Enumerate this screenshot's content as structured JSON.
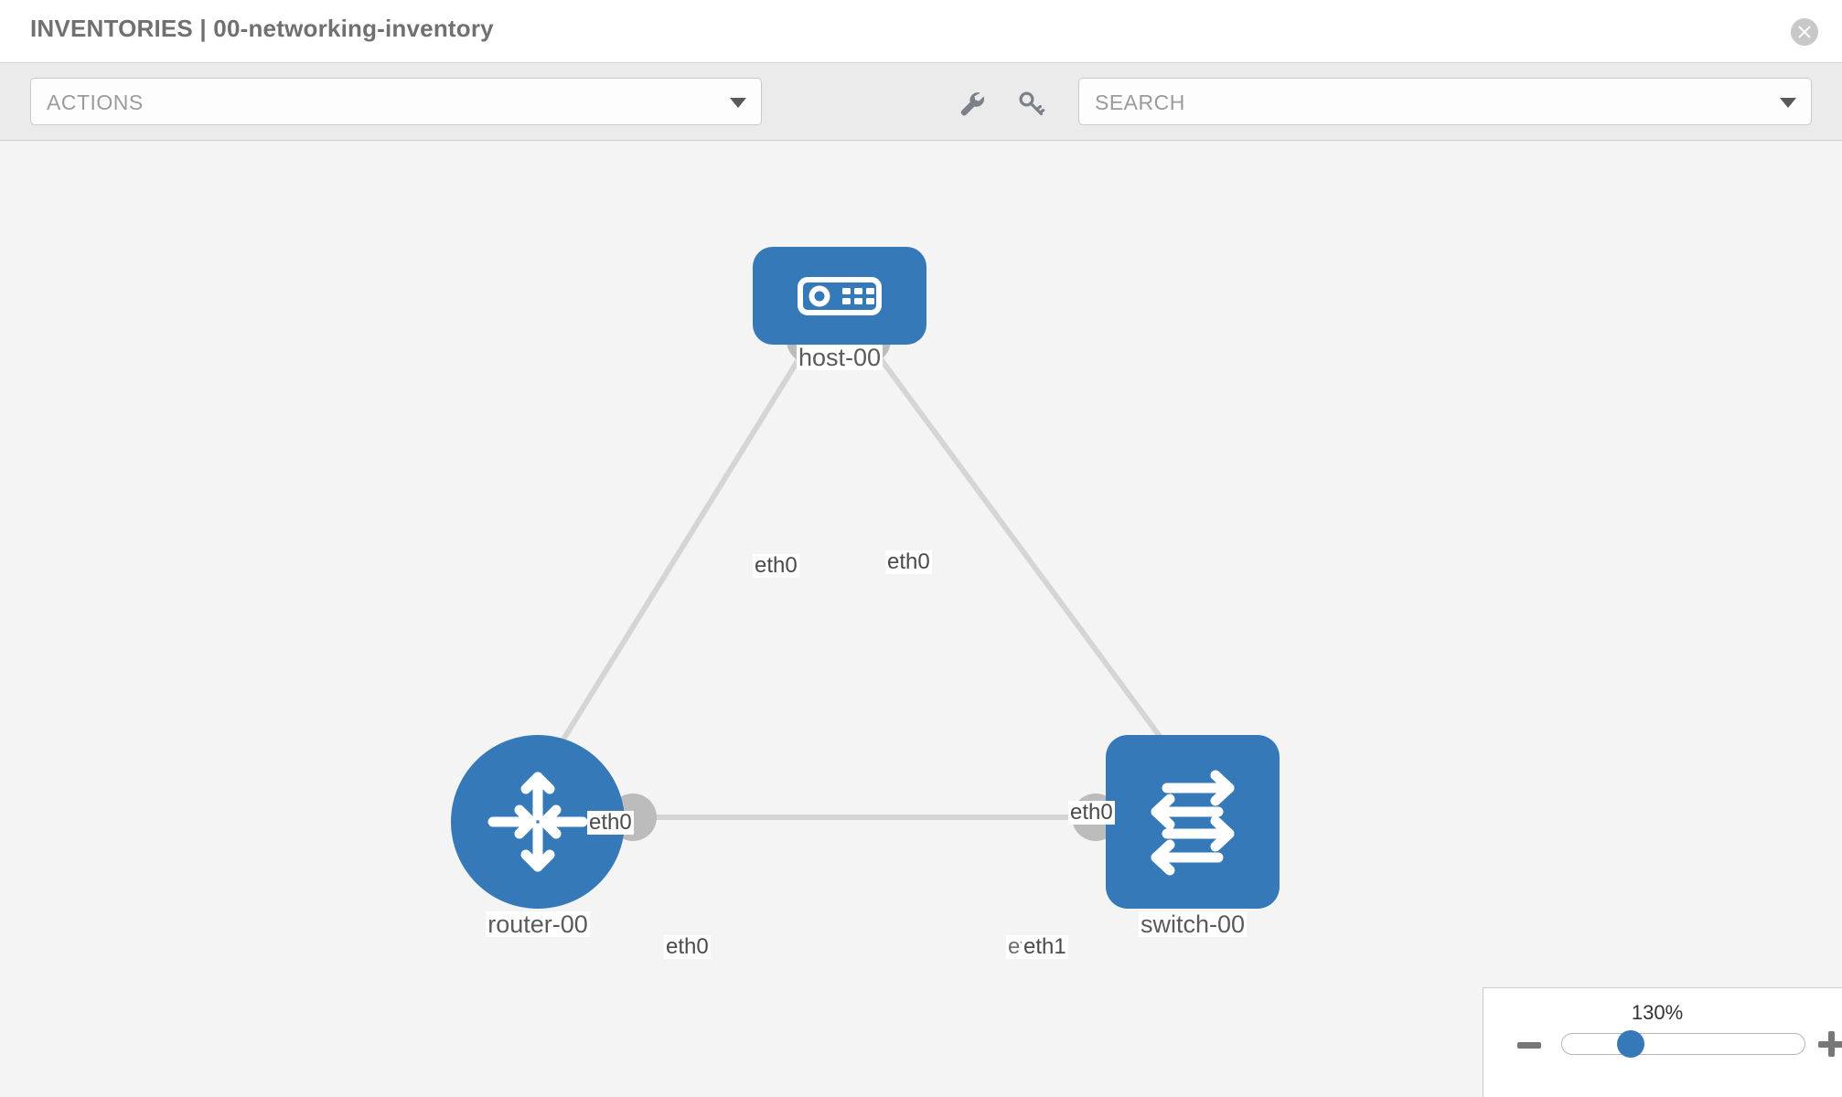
{
  "header": {
    "title": "INVENTORIES | 00-networking-inventory",
    "close_icon": "close-circle-icon"
  },
  "toolbar": {
    "actions_label": "ACTIONS",
    "actions_caret_icon": "chevron-down-icon",
    "wrench_icon": "wrench-icon",
    "key_icon": "key-icon",
    "search_placeholder": "SEARCH",
    "search_value": "",
    "search_caret_icon": "chevron-down-icon"
  },
  "topology": {
    "nodes": [
      {
        "id": "host-00",
        "label": "host-00",
        "type": "host",
        "icon": "server-icon",
        "shape": "rounded-rect"
      },
      {
        "id": "router-00",
        "label": "router-00",
        "type": "router",
        "icon": "router-arrows-icon",
        "shape": "circle"
      },
      {
        "id": "switch-00",
        "label": "switch-00",
        "type": "switch",
        "icon": "switch-arrows-icon",
        "shape": "rounded-square"
      }
    ],
    "edges": [
      {
        "from": "host-00",
        "to": "router-00",
        "from_label": "eth0",
        "to_label": "eth0"
      },
      {
        "from": "host-00",
        "to": "switch-00",
        "from_label": "eth0",
        "to_label": "eth0"
      },
      {
        "from": "router-00",
        "to": "switch-00",
        "from_label": "eth0",
        "to_label": "eth1",
        "overlapped_label": "eth0"
      }
    ],
    "edge_labels": {
      "host_left": "eth0",
      "host_right": "eth0",
      "router_up": "eth0",
      "switch_up": "eth0",
      "router_right": "eth0",
      "switch_left_under": "eth0",
      "switch_left": "eth1"
    }
  },
  "zoom": {
    "value_label": "130%",
    "minus_label": "minus-icon",
    "plus_label": "plus-icon"
  },
  "colors": {
    "node_blue": "#3579b8",
    "edge_gray": "#d2d2d2",
    "port_gray": "#bcbcbc",
    "toolbar_bg": "#ebebeb",
    "canvas_bg": "#f4f4f4",
    "title_gray": "#707070"
  }
}
